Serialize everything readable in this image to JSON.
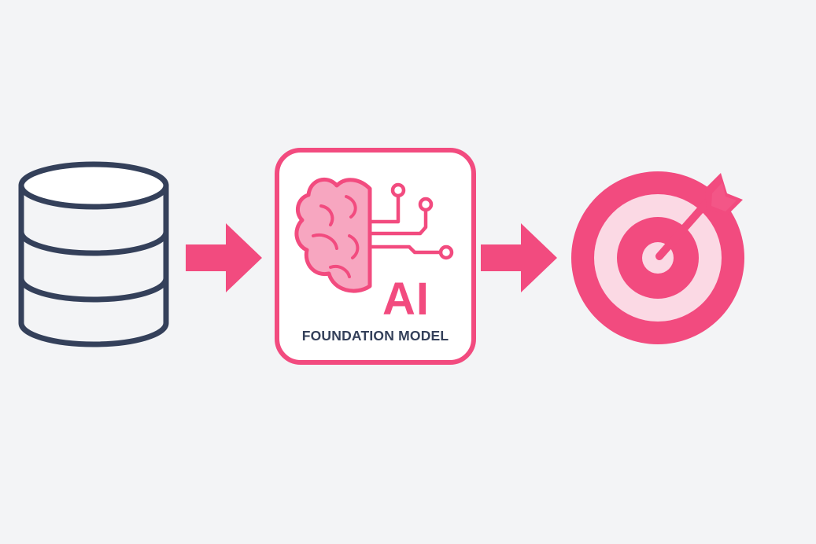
{
  "colors": {
    "background": "#f3f4f6",
    "accent": "#f24b7f",
    "accent_light": "#f7a6c0",
    "accent_pale": "#fbd9e4",
    "dark": "#34405a",
    "card_fill": "#ffffff"
  },
  "nodes": [
    {
      "id": "database",
      "icon": "database-icon"
    },
    {
      "id": "foundation-model",
      "icon": "brain-circuit-icon",
      "badge": "AI",
      "label": "FOUNDATION MODEL"
    },
    {
      "id": "target",
      "icon": "target-arrow-icon"
    }
  ],
  "edges": [
    {
      "from": "database",
      "to": "foundation-model",
      "icon": "arrow-right-icon"
    },
    {
      "from": "foundation-model",
      "to": "target",
      "icon": "arrow-right-icon"
    }
  ]
}
